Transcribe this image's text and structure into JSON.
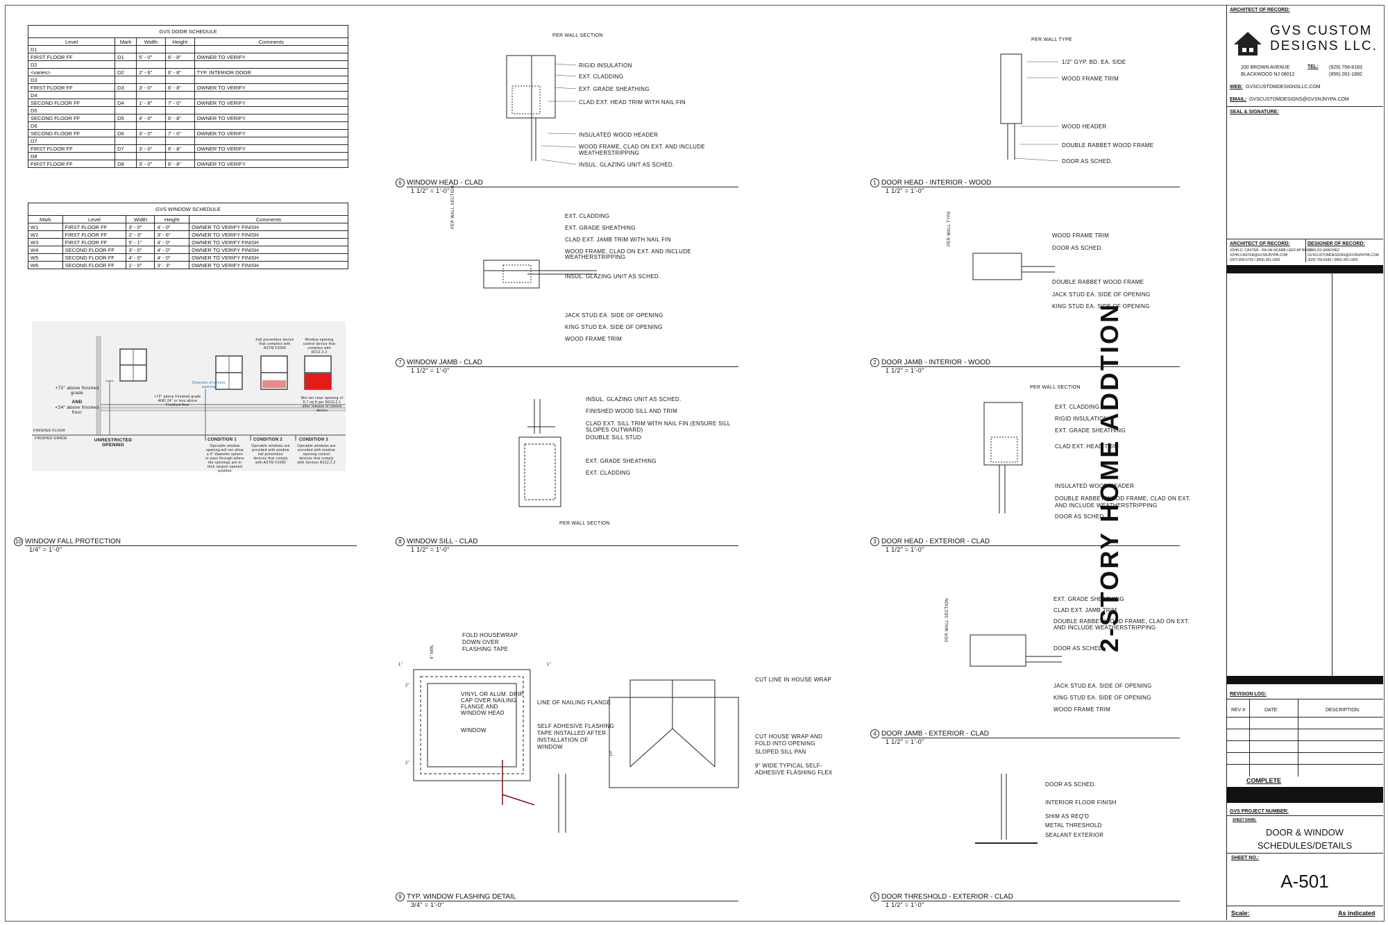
{
  "door_schedule": {
    "title": "GVS DOOR SCHEDULE",
    "columns": [
      "Level",
      "Mark",
      "Width",
      "Height",
      "Comments"
    ],
    "rows": [
      [
        "D1",
        "",
        "",
        "",
        ""
      ],
      [
        "FIRST FLOOR FF",
        "D1",
        "5' - 0\"",
        "6' - 8\"",
        "OWNER TO VERIFY"
      ],
      [
        "D2",
        "",
        "",
        "",
        ""
      ],
      [
        "<varies>",
        "D2",
        "2' - 6\"",
        "6' - 8\"",
        "TYP. INTERIOR DOOR"
      ],
      [
        "D3",
        "",
        "",
        "",
        ""
      ],
      [
        "FIRST FLOOR FF",
        "D3",
        "3' - 0\"",
        "6' - 8\"",
        "OWNER TO VERIFY"
      ],
      [
        "D4",
        "",
        "",
        "",
        ""
      ],
      [
        "SECOND FLOOR FF",
        "D4",
        "1' - 8\"",
        "7' - 0\"",
        "OWNER TO VERIFY"
      ],
      [
        "D5",
        "",
        "",
        "",
        ""
      ],
      [
        "SECOND FLOOR FF",
        "D5",
        "4' - 0\"",
        "6' - 8\"",
        "OWNER TO VERIFY"
      ],
      [
        "D6",
        "",
        "",
        "",
        ""
      ],
      [
        "SECOND FLOOR FF",
        "D6",
        "3' - 0\"",
        "7' - 0\"",
        "OWNER TO VERIFY"
      ],
      [
        "D7",
        "",
        "",
        "",
        ""
      ],
      [
        "FIRST FLOOR FF",
        "D7",
        "3' - 0\"",
        "6' - 8\"",
        "OWNER TO VERIFY"
      ],
      [
        "D8",
        "",
        "",
        "",
        ""
      ],
      [
        "FIRST FLOOR FF",
        "D8",
        "3' - 0\"",
        "6' - 8\"",
        "OWNER TO VERIFY"
      ]
    ]
  },
  "window_schedule": {
    "title": "GVS WINDOW SCHEDULE",
    "columns": [
      "Mark",
      "Level",
      "Width",
      "Height",
      "Comments"
    ],
    "rows": [
      [
        "W1",
        "FIRST FLOOR FF",
        "3' - 0\"",
        "4' - 0\"",
        "OWNER TO VERIFY FINISH"
      ],
      [
        "W2",
        "FIRST FLOOR FF",
        "2' - 3\"",
        "3' - 6\"",
        "OWNER TO VERIFY FINISH"
      ],
      [
        "W3",
        "FIRST FLOOR FF",
        "5' - 1\"",
        "4' - 0\"",
        "OWNER TO VERIFY FINISH"
      ],
      [
        "W4",
        "SECOND FLOOR FF",
        "3' - 0\"",
        "4' - 0\"",
        "OWNER TO VERIFY FINISH"
      ],
      [
        "W5",
        "SECOND FLOOR FF",
        "4' - 0\"",
        "4' - 0\"",
        "OWNER TO VERIFY FINISH"
      ],
      [
        "W6",
        "SECOND FLOOR FF",
        "1' - 0\"",
        "3' - 3\"",
        "OWNER TO VERIFY FINISH"
      ]
    ]
  },
  "fall_protection": {
    "above_text": "+72\" above finished grade",
    "and_text": "AND",
    "above2_text": "<24\" above finished floor",
    "unrestricted": "UNRESTRICTED OPENING",
    "finished_floor": "FINISHED FLOOR",
    "finished_grade": "FINISHED GRADE",
    "c1_title": "CONDITION 1",
    "c1_text": "Operable window opening will not allow a 4\" diameter sphere to pass through where the openings are in their largest opened position",
    "c2_title": "CONDITION 2",
    "c2_text": "Operable windows are provided with window fall prevention devices that comply with ASTM F2090",
    "c3_title": "CONDITION 3",
    "c3_text": "Operable windows are provided with window opening control devices that comply with Section R312.2.2",
    "note_fall": "Fall prevention device that complies with ASTM F2090",
    "note_control": "Window opening control device that complies with R312.2.2",
    "note_min": "Min net clear opening of 5.7 sq ft per R310.2.1 after release of control device",
    "note_72": "+72\" above Finished grade AND 24\" or less above Finished floor",
    "note_sphere": "Diameter of sphere opening"
  },
  "details": {
    "d6": {
      "num": "6",
      "title": "WINDOW HEAD - CLAD",
      "scale": "1 1/2\" = 1'-0\"",
      "top": "PER WALL SECTION",
      "labels": [
        "RIGID INSULATION",
        "EXT. CLADDING",
        "EXT. GRADE SHEATHING",
        "CLAD EXT. HEAD TRIM WITH NAIL FIN",
        "INSULATED WOOD HEADER",
        "WOOD FRAME, CLAD ON EXT. AND INCLUDE",
        "WEATHERSTRIPPING",
        "INSUL. GLAZING UNIT AS SCHED."
      ]
    },
    "d7": {
      "num": "7",
      "title": "WINDOW JAMB - CLAD",
      "scale": "1 1/2\" = 1'-0\"",
      "side": "PER WALL SECTION",
      "labels": [
        "EXT. CLADDING",
        "EXT. GRADE SHEATHING",
        "CLAD EXT. JAMB TRIM WITH NAIL FIN",
        "WOOD FRAME, CLAD ON EXT. AND INCLUDE",
        "WEATHERSTRIPPING",
        "INSUL. GLAZING UNIT AS SCHED.",
        "JACK STUD EA. SIDE OF OPENING",
        "KING STUD EA. SIDE OF OPENING",
        "WOOD FRAME TRIM"
      ]
    },
    "d8": {
      "num": "8",
      "title": "WINDOW SILL - CLAD",
      "scale": "1 1/2\" = 1'-0\"",
      "bottom": "PER WALL SECTION",
      "labels": [
        "INSUL. GLAZING UNIT AS SCHED.",
        "FINISHED WOOD SILL AND TRIM",
        "CLAD EXT. SILL TRIM WITH NAIL FIN (ENSURE SILL",
        "SLOPES OUTWARD)",
        "DOUBLE SILL STUD",
        "EXT. GRADE SHEATHING",
        "EXT. CLADDING"
      ]
    },
    "d1": {
      "num": "1",
      "title": "DOOR HEAD - INTERIOR - WOOD",
      "scale": "1 1/2\" = 1'-0\"",
      "top": "PER WALL TYPE",
      "labels": [
        "1/2\" GYP. BD. EA. SIDE",
        "WOOD FRAME TRIM",
        "WOOD HEADER",
        "DOUBLE RABBET WOOD FRAME",
        "DOOR AS SCHED."
      ]
    },
    "d2": {
      "num": "2",
      "title": "DOOR JAMB - INTERIOR - WOOD",
      "scale": "1 1/2\" = 1'-0\"",
      "side": "PER WALL TYPE",
      "labels": [
        "WOOD FRAME TRIM",
        "DOOR AS SCHED.",
        "DOUBLE RABBET WOOD FRAME",
        "JACK STUD EA. SIDE OF OPENING",
        "KING STUD EA. SIDE OF OPENING"
      ]
    },
    "d3": {
      "num": "3",
      "title": "DOOR HEAD - EXTERIOR - CLAD",
      "scale": "1 1/2\" = 1'-0\"",
      "top": "PER WALL SECTION",
      "labels": [
        "EXT. CLADDING",
        "RIGID INSULATION",
        "EXT. GRADE SHEATHING",
        "CLAD EXT. HEAD TRIM",
        "INSULATED WOOD HEADER",
        "DOUBLE RABBET WOOD FRAME, CLAD ON EXT.",
        "AND INCLUDE WEATHERSTRIPPING",
        "DOOR AS SCHED."
      ]
    },
    "d4": {
      "num": "4",
      "title": "DOOR JAMB - EXTERIOR - CLAD",
      "scale": "1 1/2\" = 1'-0\"",
      "side": "PER WALL SECTION",
      "labels": [
        "EXT. GRADE SHEATHING",
        "CLAD EXT. JAMB TRIM",
        "DOUBLE RABBET WOOD FRAME, CLAD ON EXT.",
        "AND INCLUDE WEATHERSTRIPPING",
        "DOOR AS SCHED.",
        "JACK STUD EA. SIDE OF OPENING",
        "KING STUD EA. SIDE OF OPENING",
        "WOOD FRAME TRIM"
      ]
    },
    "d5": {
      "num": "5",
      "title": "DOOR THRESHOLD - EXTERIOR - CLAD",
      "scale": "1 1/2\" = 1'-0\"",
      "labels": [
        "DOOR AS SCHED.",
        "INTERIOR FLOOR FINISH",
        "SHIM AS REQ'D",
        "METAL THRESHOLD",
        "SEALANT EXTERIOR"
      ]
    },
    "d9": {
      "num": "9",
      "title": "TYP. WINDOW FLASHING DETAIL",
      "scale": "3/4\" = 1'-0\"",
      "labels": [
        "FOLD HOUSEWRAP",
        "DOWN OVER",
        "FLASHING TAPE",
        "VINYL OR ALUM. DRIP",
        "CAP OVER NAILING",
        "FLANGE AND",
        "WINDOW HEAD",
        "LINE OF NAILING FLANGE",
        "WINDOW",
        "SELF ADHESIVE FLASHING",
        "TAPE INSTALLED AFTER",
        "INSTALLATION OF",
        "WINDOW",
        "CUT LINE IN HOUSE WRAP",
        "CUT HOUSE WRAP AND",
        "FOLD INTO OPENING",
        "SLOPED SILL PAN",
        "9\" WIDE TYPICAL SELF-",
        "ADHESIVE FLASHING FLEX"
      ],
      "dims": [
        "4\" MIN.",
        "1\"",
        "1\"",
        "2\"",
        "2\"",
        "10\""
      ]
    },
    "d10": {
      "num": "10",
      "title": "WINDOW FALL PROTECTION",
      "scale": "1/4\" = 1'-0\""
    }
  },
  "title_block": {
    "architect_heading": "ARCHITECT OF RECORD:",
    "company": "GVS CUSTOM DESIGNS LLC.",
    "address1": "200 BROWN AVENUE",
    "address2": "BLACKWOOD NJ 08012",
    "tel_label": "TEL:",
    "tel1": "(929) 756-8183",
    "tel2": "(856) 281-1892",
    "web_label": "WEB:",
    "web": "GVSCUSTOMDESIGNSLLC.COM",
    "email_label": "EMAIL:",
    "email": "GVSCUSTOMDESIGNS@GVSNJNYPA.COM",
    "seal_label": "SEAL & SIGNATURE:",
    "aor_label": "ARCHITECT OF RECORD:",
    "aor_text": "JOHN D. CASTER - RA #AI NCARB LEED AP BD+C",
    "aor_email": "JOHN.CASTER@GVSNJNYPA.COM",
    "aor_phone": "(267) 800-5733 / (856) 281-1892",
    "dor_label": "DESIGNER OF RECORD:",
    "dor_name": "CARLOS SANCHEZ",
    "dor_email": "GVSCUSTOMDESIGNS@GVSNJNYPA.COM",
    "dor_phone": "(929) 756-8183 / (856) 281-1892",
    "project": "2-STORY HOME ADDTION",
    "revision_label": "REVISION LOG:",
    "rev_cols": [
      "REV #",
      "DATE:",
      "DESCRIPTION:"
    ],
    "status": "COMPLETE",
    "project_no_label": "GVS PROJECT NUMBER:",
    "sheet_name_label": "SHEET NAME:",
    "sheet_name1": "DOOR & WINDOW",
    "sheet_name2": "SCHEDULES/DETAILS",
    "sheet_no_label": "SHEET NO.:",
    "sheet_no": "A-501",
    "scale_label": "Scale:",
    "scale_value": "As indicated"
  }
}
